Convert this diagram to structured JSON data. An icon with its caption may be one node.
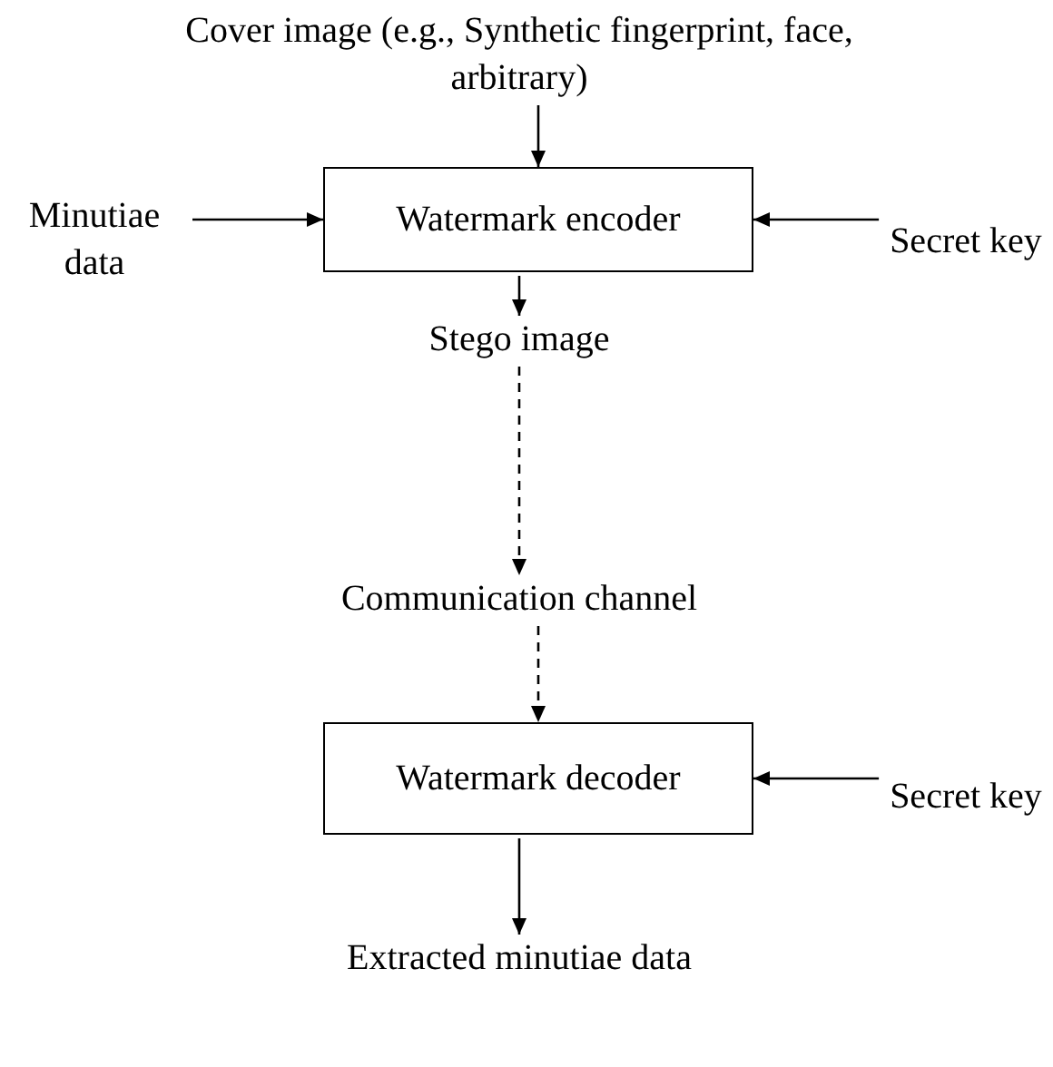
{
  "diagram": {
    "nodes": [
      {
        "text": [
          "Cover image (e.g., Synthetic fingerprint, face, arbitrary)"
        ]
      },
      {
        "text": [
          "Minutiae data"
        ]
      },
      {
        "text": [
          "Watermark encoder"
        ]
      },
      {
        "text": [
          "Secret key"
        ]
      },
      {
        "text": [
          "Stego image"
        ]
      },
      {
        "text": [
          "Communication channel"
        ]
      },
      {
        "text": [
          "Watermark decoder"
        ]
      },
      {
        "text": [
          "Secret key"
        ]
      },
      {
        "text": [
          "Extracted minutiae data"
        ]
      }
    ],
    "edges": [
      {
        "from": 0,
        "to": 2,
        "arrow": "to"
      },
      {
        "from": 1,
        "to": 2,
        "arrow": "to"
      },
      {
        "from": 3,
        "to": 2,
        "arrow": "to"
      },
      {
        "from": 2,
        "to": 4,
        "arrow": "to"
      },
      {
        "from": 4,
        "to": 5,
        "arrow": "to",
        "style": "dashed"
      },
      {
        "from": 5,
        "to": 6,
        "arrow": "to",
        "style": "dashed"
      },
      {
        "from": 7,
        "to": 6,
        "arrow": "to"
      },
      {
        "from": 6,
        "to": 8,
        "arrow": "to"
      }
    ]
  }
}
